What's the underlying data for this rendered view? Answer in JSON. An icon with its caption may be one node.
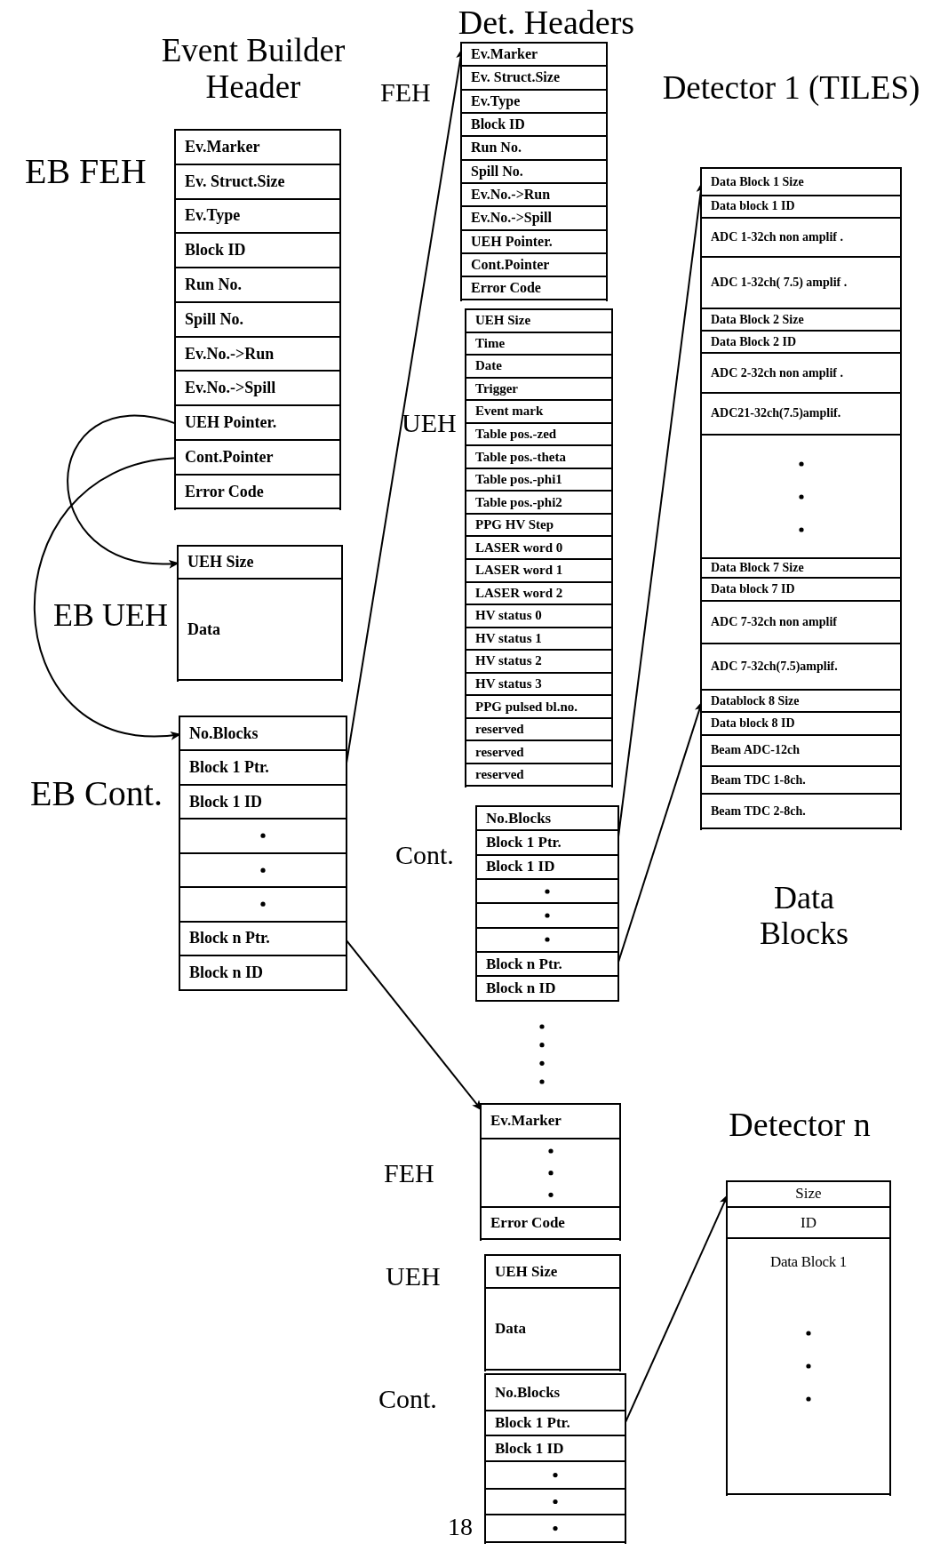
{
  "diagram": {
    "nodes": [
      {
        "text": [
          "EB FEH"
        ]
      },
      {
        "text": [
          "Ev.Marker"
        ],
        "in": 0
      },
      {
        "text": [
          "Ev. Struct.Size"
        ],
        "in": 0
      },
      {
        "text": [
          "Ev.Type"
        ],
        "in": 0
      },
      {
        "text": [
          "Block ID"
        ],
        "in": 0
      },
      {
        "text": [
          "Run No."
        ],
        "in": 0
      },
      {
        "text": [
          "Spill No."
        ],
        "in": 0
      },
      {
        "text": [
          "Ev.No.->Run"
        ],
        "in": 0
      },
      {
        "text": [
          "Ev.No.->Spill"
        ],
        "in": 0
      },
      {
        "text": [
          "UEH Pointer."
        ],
        "in": 0
      },
      {
        "text": [
          "Cont.Pointer"
        ],
        "in": 0
      },
      {
        "text": [
          "Error Code"
        ],
        "in": 0
      },
      {
        "text": [
          "EB UEH"
        ]
      },
      {
        "text": [
          "UEH Size"
        ],
        "in": 12
      },
      {
        "text": [
          "Data"
        ],
        "in": 12
      },
      {
        "text": [
          "EB Cont."
        ]
      },
      {
        "text": [
          "No.Blocks"
        ],
        "in": 15
      },
      {
        "text": [
          "Block 1 Ptr."
        ],
        "in": 15
      },
      {
        "text": [
          "Block 1 ID"
        ],
        "in": 15
      },
      {
        "text": [],
        "shape": "box",
        "in": 15
      },
      {
        "text": [],
        "shape": "box",
        "in": 15
      },
      {
        "text": [],
        "shape": "box",
        "in": 15
      },
      {
        "text": [
          "Block n Ptr."
        ],
        "in": 15
      },
      {
        "text": [
          "Block n ID"
        ],
        "in": 15
      },
      {
        "text": [
          "FEH"
        ]
      },
      {
        "text": [
          "Ev.Marker"
        ],
        "in": 24
      },
      {
        "text": [
          "Ev. Struct.Size"
        ],
        "in": 24
      },
      {
        "text": [
          "Ev.Type"
        ],
        "in": 24
      },
      {
        "text": [
          "Block ID"
        ],
        "in": 24
      },
      {
        "text": [
          "Run No."
        ],
        "in": 24
      },
      {
        "text": [
          "Spill No."
        ],
        "in": 24
      },
      {
        "text": [
          "Ev.No.->Run"
        ],
        "in": 24
      },
      {
        "text": [
          "Ev.No.->Spill"
        ],
        "in": 24
      },
      {
        "text": [
          "UEH Pointer."
        ],
        "in": 24
      },
      {
        "text": [
          "Cont.Pointer"
        ],
        "in": 24
      },
      {
        "text": [
          "Error Code"
        ],
        "in": 24
      },
      {
        "text": [
          "UEH"
        ]
      },
      {
        "text": [
          "UEH Size"
        ],
        "in": 36
      },
      {
        "text": [
          "Time"
        ],
        "in": 36
      },
      {
        "text": [
          "Date"
        ],
        "in": 36
      },
      {
        "text": [
          "Trigger"
        ],
        "in": 36
      },
      {
        "text": [
          "Event mark"
        ],
        "in": 36
      },
      {
        "text": [
          "Table pos.-zed"
        ],
        "in": 36
      },
      {
        "text": [
          "Table pos.-theta"
        ],
        "in": 36
      },
      {
        "text": [
          "Table pos.-phi1"
        ],
        "in": 36
      },
      {
        "text": [
          "Table pos.-phi2"
        ],
        "in": 36
      },
      {
        "text": [
          "PPG HV Step"
        ],
        "in": 36
      },
      {
        "text": [
          "LASER word 0"
        ],
        "in": 36
      },
      {
        "text": [
          "LASER word 1"
        ],
        "in": 36
      },
      {
        "text": [
          "LASER word 2"
        ],
        "in": 36
      },
      {
        "text": [
          "HV status 0"
        ],
        "in": 36
      },
      {
        "text": [
          "HV status 1"
        ],
        "in": 36
      },
      {
        "text": [
          "HV status 2"
        ],
        "in": 36
      },
      {
        "text": [
          "HV status 3"
        ],
        "in": 36
      },
      {
        "text": [
          "PPG pulsed bl.no."
        ],
        "in": 36
      },
      {
        "text": [
          "reserved"
        ],
        "in": 36
      },
      {
        "text": [
          "reserved"
        ],
        "in": 36
      },
      {
        "text": [
          "reserved"
        ],
        "in": 36
      },
      {
        "text": [
          "Cont."
        ]
      },
      {
        "text": [
          "No.Blocks"
        ],
        "in": 58
      },
      {
        "text": [
          "Block 1 Ptr."
        ],
        "in": 58
      },
      {
        "text": [
          "Block 1 ID"
        ],
        "in": 58
      },
      {
        "text": [],
        "shape": "box",
        "in": 58
      },
      {
        "text": [],
        "shape": "box",
        "in": 58
      },
      {
        "text": [],
        "shape": "box",
        "in": 58
      },
      {
        "text": [
          "Block n Ptr."
        ],
        "in": 58
      },
      {
        "text": [
          "Block n ID"
        ],
        "in": 58
      },
      {
        "text": [],
        "shape": "box"
      },
      {
        "text": [
          "Data Block 1 Size"
        ],
        "in": 67
      },
      {
        "text": [
          "Data block 1 ID"
        ],
        "in": 67
      },
      {
        "text": [
          "ADC 1-32ch non amplif ."
        ],
        "in": 67
      },
      {
        "text": [
          "ADC 1-32ch( 7.5) amplif ."
        ],
        "in": 67
      },
      {
        "text": [
          "Data Block 2 Size"
        ],
        "in": 67
      },
      {
        "text": [
          "Data Block 2 ID"
        ],
        "in": 67
      },
      {
        "text": [
          "ADC 2-32ch non amplif ."
        ],
        "in": 67
      },
      {
        "text": [
          "ADC21-32ch(7.5)amplif."
        ],
        "in": 67
      },
      {
        "text": [],
        "shape": "box",
        "in": 67
      },
      {
        "text": [
          "Data Block 7 Size"
        ],
        "in": 67
      },
      {
        "text": [
          "Data block 7 ID"
        ],
        "in": 67
      },
      {
        "text": [
          "ADC 7-32ch non amplif"
        ],
        "in": 67
      },
      {
        "text": [
          "ADC 7-32ch(7.5)amplif."
        ],
        "in": 67
      },
      {
        "text": [
          "Datablock 8 Size"
        ],
        "in": 67
      },
      {
        "text": [
          "Data block 8 ID"
        ],
        "in": 67
      },
      {
        "text": [
          "Beam ADC-12ch"
        ],
        "in": 67
      },
      {
        "text": [
          "Beam TDC 1-8ch."
        ],
        "in": 67
      },
      {
        "text": [
          "Beam TDC 2-8ch."
        ],
        "in": 67
      },
      {
        "text": [
          "FEH"
        ]
      },
      {
        "text": [
          "Ev.Marker"
        ],
        "in": 86
      },
      {
        "text": [],
        "shape": "box",
        "in": 86
      },
      {
        "text": [
          "Error Code"
        ],
        "in": 86
      },
      {
        "text": [
          "UEH"
        ]
      },
      {
        "text": [
          "UEH Size"
        ],
        "in": 90
      },
      {
        "text": [
          "Data"
        ],
        "in": 90
      },
      {
        "text": [
          "Cont."
        ]
      },
      {
        "text": [
          "No.Blocks"
        ],
        "in": 93
      },
      {
        "text": [
          "Block 1 Ptr."
        ],
        "in": 93
      },
      {
        "text": [
          "Block 1 ID"
        ],
        "in": 93
      },
      {
        "text": [],
        "shape": "box",
        "in": 93
      },
      {
        "text": [],
        "shape": "box",
        "in": 93
      },
      {
        "text": [],
        "shape": "box",
        "in": 93
      },
      {
        "text": [],
        "shape": "box"
      },
      {
        "text": [
          "Size"
        ],
        "in": 100
      },
      {
        "text": [
          "ID"
        ],
        "in": 100
      },
      {
        "text": [
          "Data Block 1"
        ],
        "in": 100
      }
    ],
    "edges": [
      {
        "from": 9,
        "to": 13,
        "arrow": "to"
      },
      {
        "from": 10,
        "to": 16,
        "arrow": "to"
      },
      {
        "from": 17,
        "to": 25,
        "arrow": "to"
      },
      {
        "from": 22,
        "to": 87,
        "arrow": "to"
      },
      {
        "from": 60,
        "to": 68,
        "arrow": "to"
      },
      {
        "from": 65,
        "to": 81,
        "arrow": "to"
      },
      {
        "from": 95,
        "to": 101,
        "arrow": "to"
      }
    ],
    "labels": [
      "Det. Headers",
      "Event Builder Header",
      "Detector 1 (TILES)",
      "Data Blocks",
      "Detector n",
      "18"
    ]
  }
}
